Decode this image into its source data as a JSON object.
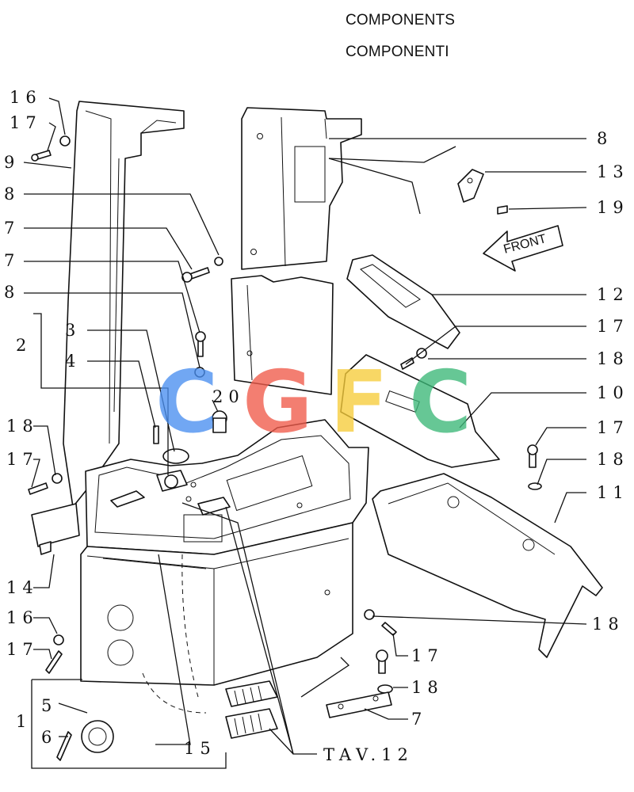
{
  "header": {
    "title_en": "COMPONENTS",
    "title_it": "COMPONENTI"
  },
  "watermark": {
    "letters": [
      "C",
      "G",
      "F",
      "C"
    ],
    "colors": [
      "#4a8ff0",
      "#f05a4a",
      "#f7cc3a",
      "#3cb878"
    ]
  },
  "callouts": {
    "c16a": "16",
    "c17a": "17",
    "c9": "9",
    "c8a": "8",
    "c7a": "7",
    "c7b": "7",
    "c8b": "8",
    "c2": "2",
    "c3": "3",
    "c4": "4",
    "c18a": "18",
    "c17b": "17",
    "c14": "14",
    "c16b": "16",
    "c17c": "17",
    "c1": "1",
    "c5": "5",
    "c6": "6",
    "c15": "15",
    "c20": "20",
    "c8c": "8",
    "c13": "13",
    "c19": "19",
    "c12": "12",
    "c17d": "17",
    "c18b": "18",
    "c10": "10",
    "c17e": "17",
    "c18c": "18",
    "c11": "11",
    "c18d": "18",
    "c17f": "17",
    "c18e": "18",
    "c7c": "7",
    "tav": "TAV.12"
  },
  "front_label": "FRONT"
}
